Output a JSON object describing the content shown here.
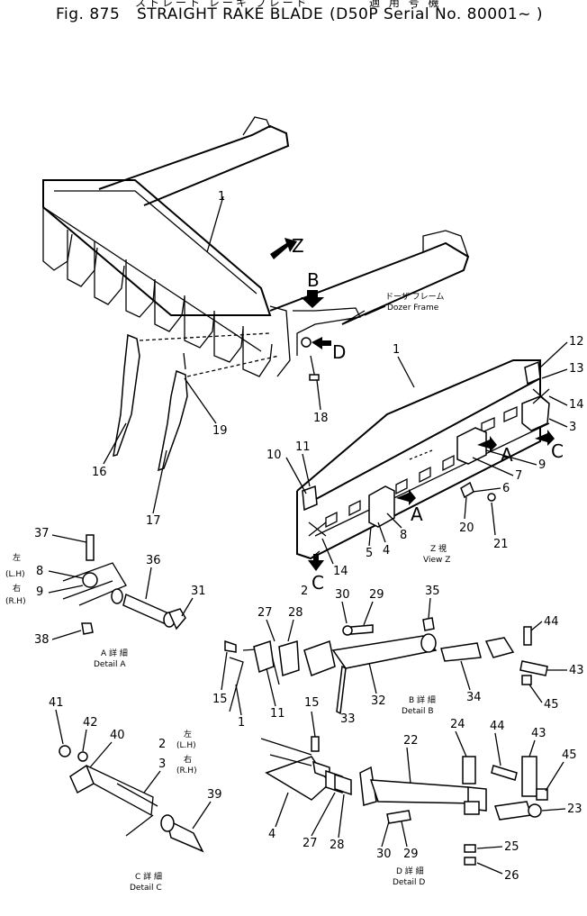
{
  "header": {
    "jp_title": "ストレート レーキ ブレード",
    "jp_serial": "適 用 号 機",
    "figure": "Fig. 875",
    "title": "STRAIGHT RAKE BLADE",
    "serial": "(D50P Serial No. 80001~ )"
  },
  "arrows": {
    "z": "Z",
    "b": "B",
    "d": "D",
    "a1": "A",
    "a2": "A",
    "c1": "C",
    "c2": "C"
  },
  "labels": {
    "dozer_frame_jp": "ドーザ フレーム",
    "dozer_frame": "Dozer Frame",
    "view_z_jp": "Z 視",
    "view_z": "View Z",
    "detail_a_jp": "A 詳 細",
    "detail_a": "Detail A",
    "detail_b_jp": "B 詳 細",
    "detail_b": "Detail B",
    "detail_c_jp": "C 詳 細",
    "detail_c": "Detail C",
    "detail_d_jp": "D 詳 細",
    "detail_d": "Detail D",
    "left_jp_a": "左",
    "lh_a": "(L.H)",
    "right_jp_a": "右",
    "rh_a": "(R.H)",
    "left_jp_c": "左",
    "lh_c": "(L.H)",
    "right_jp_c": "右",
    "rh_c": "(R.H)"
  },
  "callouts": {
    "n1_top": "1",
    "n16": "16",
    "n17": "17",
    "n18": "18",
    "n19": "19",
    "n1_mid": "1",
    "n12": "12",
    "n13": "13",
    "n14_r": "14",
    "n3": "3",
    "n9_r": "9",
    "n7": "7",
    "n6": "6",
    "n10": "10",
    "n11_v": "11",
    "n8_v": "8",
    "n4_v": "4",
    "n5": "5",
    "n14_l": "14",
    "n2_v": "2",
    "n20": "20",
    "n21": "21",
    "n37": "37",
    "n8_a": "8",
    "n9_a": "9",
    "n36": "36",
    "n31": "31",
    "n38": "38",
    "n27_b": "27",
    "n28_b": "28",
    "n30_b": "30",
    "n29_b": "29",
    "n35": "35",
    "n44_b": "44",
    "n43_b": "43",
    "n15_b": "15",
    "n1_b": "1",
    "n11_b": "11",
    "n32": "32",
    "n33": "33",
    "n34": "34",
    "n45_b": "45",
    "n41": "41",
    "n42": "42",
    "n40": "40",
    "n2_c": "2",
    "n3_c": "3",
    "n39": "39",
    "n15_d": "15",
    "n22": "22",
    "n24": "24",
    "n44_d": "44",
    "n43_d": "43",
    "n45_d": "45",
    "n23": "23",
    "n4_d": "4",
    "n27_d": "27",
    "n28_d": "28",
    "n30_d": "30",
    "n29_d": "29",
    "n25": "25",
    "n26": "26"
  }
}
